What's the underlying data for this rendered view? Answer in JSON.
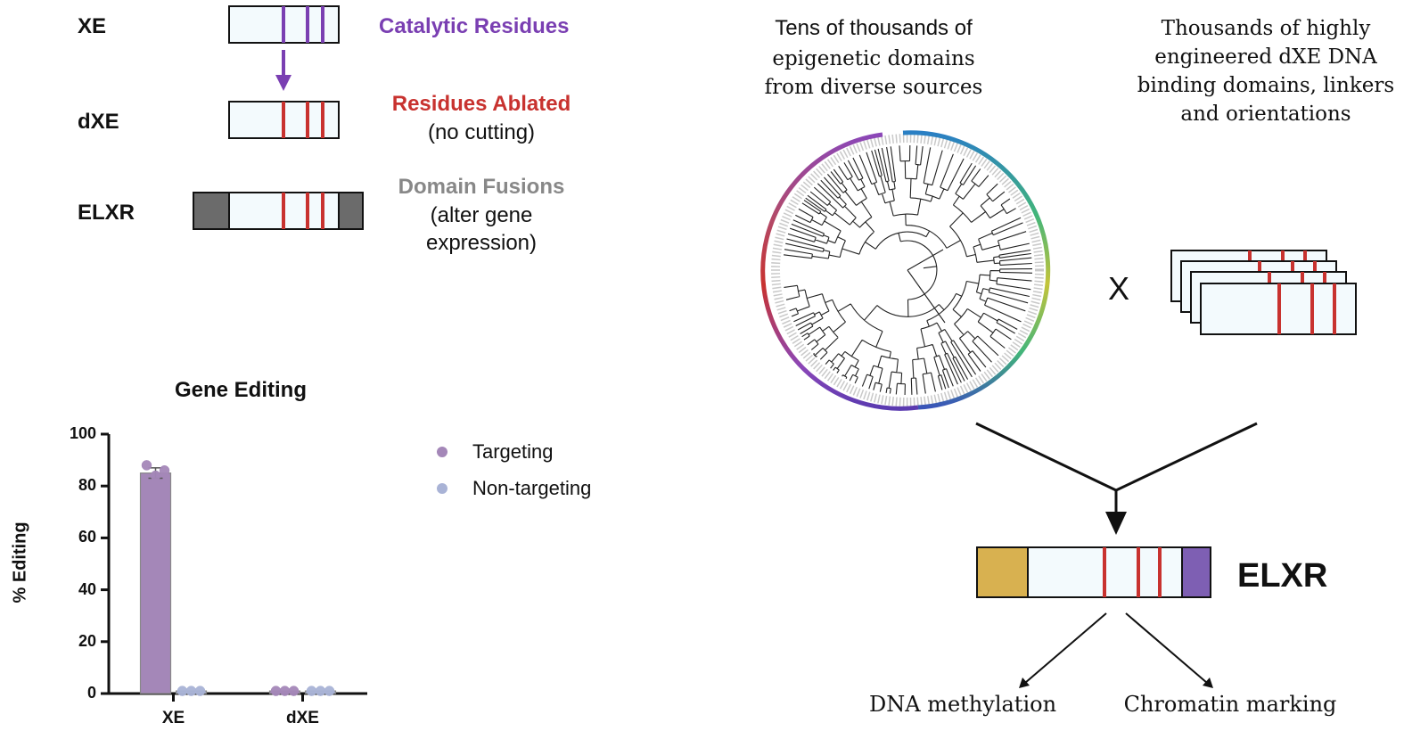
{
  "constructs": {
    "xe": {
      "label": "XE",
      "annotation": "Catalytic Residues",
      "annotation_color": "#7a3fb2"
    },
    "dxe": {
      "label": "dXE",
      "annotation": "Residues Ablated",
      "annotation_color": "#c8322f",
      "sub": "(no cutting)"
    },
    "elxr": {
      "label": "ELXR",
      "annotation": "Domain Fusions",
      "annotation_color": "#888888",
      "sub1": "(alter gene",
      "sub2": "expression)"
    }
  },
  "colors": {
    "box_fill": "#f3fafd",
    "residue_purple": "#7a3fb2",
    "residue_red": "#c8322f",
    "fusion_grey": "#6b6b6b",
    "fusion_gold": "#d8b150",
    "fusion_violet": "#7e5fb3"
  },
  "right_panel": {
    "left_title": [
      "Tens of thousands of",
      "epigenetic domains",
      "from diverse sources"
    ],
    "right_title": [
      "Thousands of highly",
      "engineered dXE DNA",
      "binding domains, linkers",
      "and orientations"
    ],
    "times": "X",
    "elxr_label": "ELXR",
    "outputs": [
      "DNA methylation",
      "Chromatin marking"
    ]
  },
  "chart_data": {
    "type": "bar",
    "title": "Gene Editing",
    "ylabel": "% Editing",
    "xlabel": "",
    "categories": [
      "XE",
      "dXE"
    ],
    "ylim": [
      0,
      100
    ],
    "yticks": [
      0,
      20,
      40,
      60,
      80,
      100
    ],
    "series": [
      {
        "name": "Targeting",
        "color": "#a487b8",
        "values": [
          85,
          1
        ],
        "points": [
          [
            88,
            84,
            86
          ],
          [
            1,
            1,
            1
          ]
        ]
      },
      {
        "name": "Non-targeting",
        "color": "#a9b3d6",
        "values": [
          1,
          1
        ],
        "points": [
          [
            1,
            1,
            1
          ],
          [
            1,
            1,
            1
          ]
        ]
      }
    ],
    "legend_position": "right"
  }
}
